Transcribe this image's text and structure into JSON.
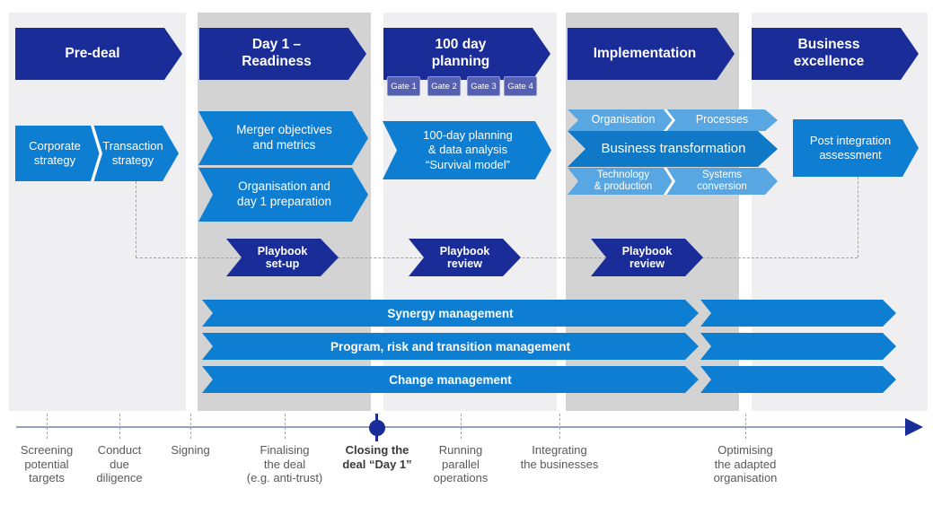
{
  "colors": {
    "navy": "#1a2c98",
    "blue": "#0e7ed3",
    "blue_deep": "#0f79c8",
    "light_blue": "#58a7e2",
    "panel_light": "#efeff1",
    "panel_dark": "#d3d3d3",
    "gate": "#5560b0",
    "gate_border": "#9099d2",
    "timeline_line": "#93a1c7",
    "tick": "#a6a6ad",
    "label": "#595959",
    "label_bold": "#3b3b3b",
    "dotted": "#9ba3b8"
  },
  "phases": [
    {
      "label": "Pre-deal"
    },
    {
      "label": "Day 1 –\nReadiness"
    },
    {
      "label": "100 day\nplanning"
    },
    {
      "label": "Implementation"
    },
    {
      "label": "Business\nexcellence"
    }
  ],
  "gates": [
    "Gate 1",
    "Gate 2",
    "Gate 3",
    "Gate 4"
  ],
  "pre_deal": {
    "segments": [
      "Corporate\nstrategy",
      "Transaction\nstrategy"
    ]
  },
  "day1": {
    "arrows": [
      "Merger objectives\nand metrics",
      "Organisation and\nday 1 preparation"
    ]
  },
  "planning": {
    "arrow": "100-day planning\n& data analysis\n“Survival model”"
  },
  "implementation": {
    "top": [
      "Organisation",
      "Processes"
    ],
    "middle": "Business transformation",
    "bottom": [
      "Technology\n& production",
      "Systems\nconversion"
    ]
  },
  "excellence": {
    "arrow": "Post integration\nassessment"
  },
  "playbooks": [
    "Playbook\nset-up",
    "Playbook\nreview",
    "Playbook\nreview"
  ],
  "streams": [
    "Synergy management",
    "Program, risk and transition management",
    "Change management"
  ],
  "timeline": {
    "milestones": [
      {
        "label": "Screening\npotential\ntargets",
        "emphasis": false
      },
      {
        "label": "Conduct\ndue\ndiligence",
        "emphasis": false
      },
      {
        "label": "Signing",
        "emphasis": false
      },
      {
        "label": "Finalising\nthe deal\n(e.g. anti-trust)",
        "emphasis": false
      },
      {
        "label": "Closing the\ndeal “Day 1”",
        "emphasis": true
      },
      {
        "label": "Running\nparallel\noperations",
        "emphasis": false
      },
      {
        "label": "Integrating\nthe businesses",
        "emphasis": false
      },
      {
        "label": "Optimising\nthe adapted\norganisation",
        "emphasis": false
      }
    ]
  }
}
